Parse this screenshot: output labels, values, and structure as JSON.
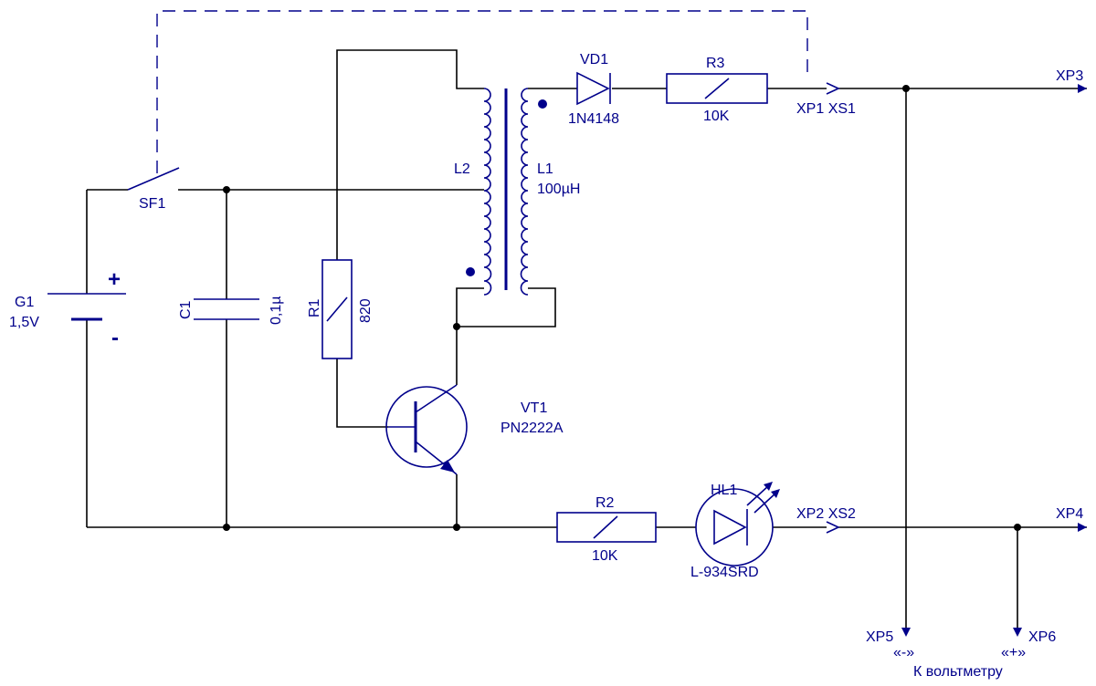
{
  "colors": {
    "component": "#00008b",
    "wire": "#000000",
    "background": "#ffffff"
  },
  "components": {
    "g1": {
      "ref": "G1",
      "value": "1,5V",
      "plus": "+",
      "minus": "-"
    },
    "c1": {
      "ref": "C1",
      "value": "0,1µ"
    },
    "sf1": {
      "ref": "SF1"
    },
    "r1": {
      "ref": "R1",
      "value": "820"
    },
    "l2": {
      "ref": "L2"
    },
    "l1": {
      "ref": "L1",
      "value": "100µH"
    },
    "vd1": {
      "ref": "VD1",
      "value": "1N4148"
    },
    "r3": {
      "ref": "R3",
      "value": "10K"
    },
    "vt1": {
      "ref": "VT1",
      "value": "PN2222A"
    },
    "r2": {
      "ref": "R2",
      "value": "10K"
    },
    "hl1": {
      "ref": "HL1",
      "value": "L-934SRD"
    }
  },
  "connectors": {
    "xp1_xs1": "XP1 XS1",
    "xp2_xs2": "XP2 XS2",
    "xp3": "XP3",
    "xp4": "XP4",
    "xp5": "XP5",
    "xp6": "XP6",
    "xp5_polarity": "«-»",
    "xp6_polarity": "«+»",
    "voltmeter_caption": "К вольтметру"
  }
}
